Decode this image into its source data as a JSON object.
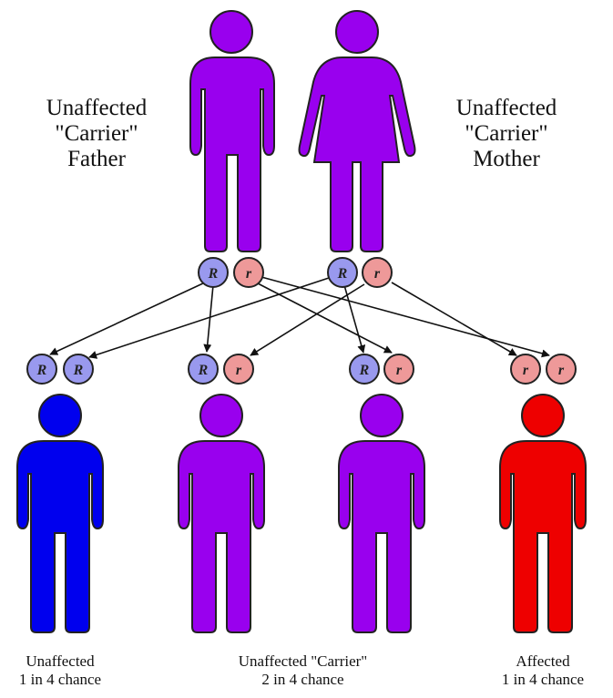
{
  "colors": {
    "carrier": "#9900ee",
    "unaffected": "#0000ee",
    "affected": "#ee0000",
    "dominant_allele": "#9999ee",
    "recessive_allele": "#ee9999",
    "outline": "#222222"
  },
  "parents": {
    "father": {
      "lines": [
        "Unaffected",
        "\"Carrier\"",
        "Father"
      ],
      "alleles": [
        "R",
        "r"
      ]
    },
    "mother": {
      "lines": [
        "Unaffected",
        "\"Carrier\"",
        "Mother"
      ],
      "alleles": [
        "R",
        "r"
      ]
    }
  },
  "children": [
    {
      "alleles": [
        "R",
        "R"
      ],
      "status": "unaffected"
    },
    {
      "alleles": [
        "R",
        "r"
      ],
      "status": "carrier"
    },
    {
      "alleles": [
        "R",
        "r"
      ],
      "status": "carrier"
    },
    {
      "alleles": [
        "r",
        "r"
      ],
      "status": "affected"
    }
  ],
  "captions": {
    "unaffected": {
      "line1": "Unaffected",
      "line2": "1 in 4 chance"
    },
    "carrier": {
      "line1": "Unaffected \"Carrier\"",
      "line2": "2 in 4 chance"
    },
    "affected": {
      "line1": "Affected",
      "line2": "1 in 4 chance"
    }
  }
}
